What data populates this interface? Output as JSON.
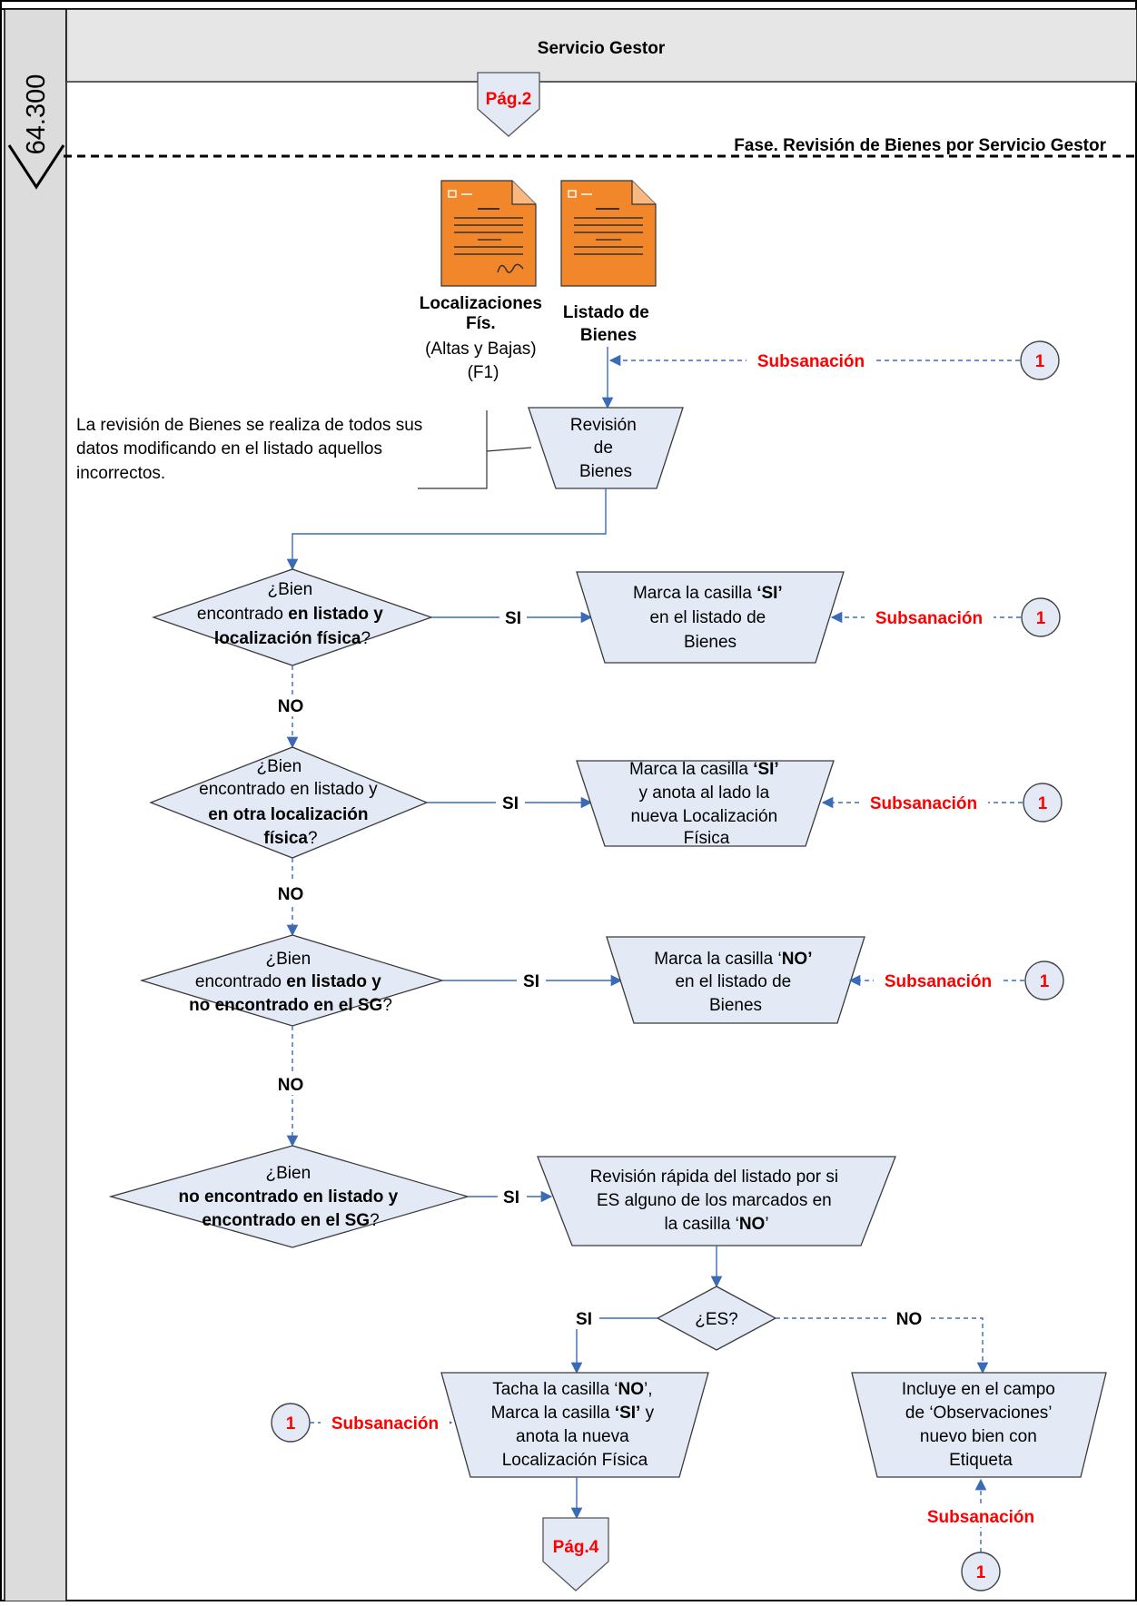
{
  "swimlane": {
    "title": "Servicio Gestor",
    "code": "64.300"
  },
  "phase": {
    "title": "Fase. Revisión de Bienes por Servicio Gestor"
  },
  "connectors": {
    "page_in": "Pág.2",
    "page_out": "Pág.4",
    "ref": "1"
  },
  "edge_labels": {
    "subsanacion": "Subsanación",
    "si": "SI",
    "no": "NO"
  },
  "documents": {
    "doc1": {
      "lines": [
        "Localizaciones",
        "Fís.",
        "(Altas y Bajas)",
        "(F1)"
      ]
    },
    "doc2": {
      "lines": [
        "Listado de",
        "Bienes"
      ]
    }
  },
  "annotation": {
    "lines": [
      "La revisión de Bienes se realiza de todos sus",
      "datos modificando en el listado aquellos",
      "incorrectos."
    ]
  },
  "processes": {
    "revision": {
      "lines": [
        "Revisión",
        "de",
        "Bienes"
      ]
    },
    "p1": {
      "l1": "Marca la casilla ",
      "l1b": "‘SI’",
      "l2": "en el listado de",
      "l3": "Bienes"
    },
    "p2": {
      "l1": "Marca la casilla ",
      "l1b": "‘SI’",
      "l2": "y anota al lado la",
      "l3": "nueva Localización",
      "l4": "Física"
    },
    "p3": {
      "l1": "Marca la casilla ‘",
      "l1b": "NO’",
      "l2": "en el listado de",
      "l3": "Bienes"
    },
    "p4": {
      "lines": [
        "Revisión rápida del listado por si",
        "ES alguno de los marcados en"
      ],
      "l3": "la casilla ‘",
      "l3b": "NO",
      "l3c": "’"
    },
    "p5": {
      "l1a": "Tacha la casilla ‘",
      "l1b": "NO",
      "l1c": "’,",
      "l2a": "Marca la casilla ",
      "l2b": "‘SI’",
      "l2c": "  y",
      "l3": "anota  la nueva",
      "l4": "Localización Física"
    },
    "p6": {
      "lines": [
        "Incluye en el campo",
        "de ‘Observaciones’",
        "nuevo bien con",
        "Etiqueta"
      ]
    }
  },
  "decisions": {
    "d1": {
      "l1": "¿Bien",
      "l2a": "encontrado ",
      "l2b": "en listado y",
      "l3b": "localización física",
      "l3c": "?"
    },
    "d2": {
      "l1": "¿Bien",
      "l2": "encontrado en listado y",
      "l3b": "en otra localización",
      "l4b": "física",
      "l4c": "?"
    },
    "d3": {
      "l1": "¿Bien",
      "l2a": "encontrado ",
      "l2b": "en listado y",
      "l3b": "no encontrado en el SG",
      "l3c": "?"
    },
    "d4": {
      "l1": "¿Bien",
      "l2b": "no encontrado en listado y",
      "l3b": "encontrado en el SG",
      "l3c": "?"
    },
    "d5": {
      "l1": "¿ES?"
    }
  }
}
